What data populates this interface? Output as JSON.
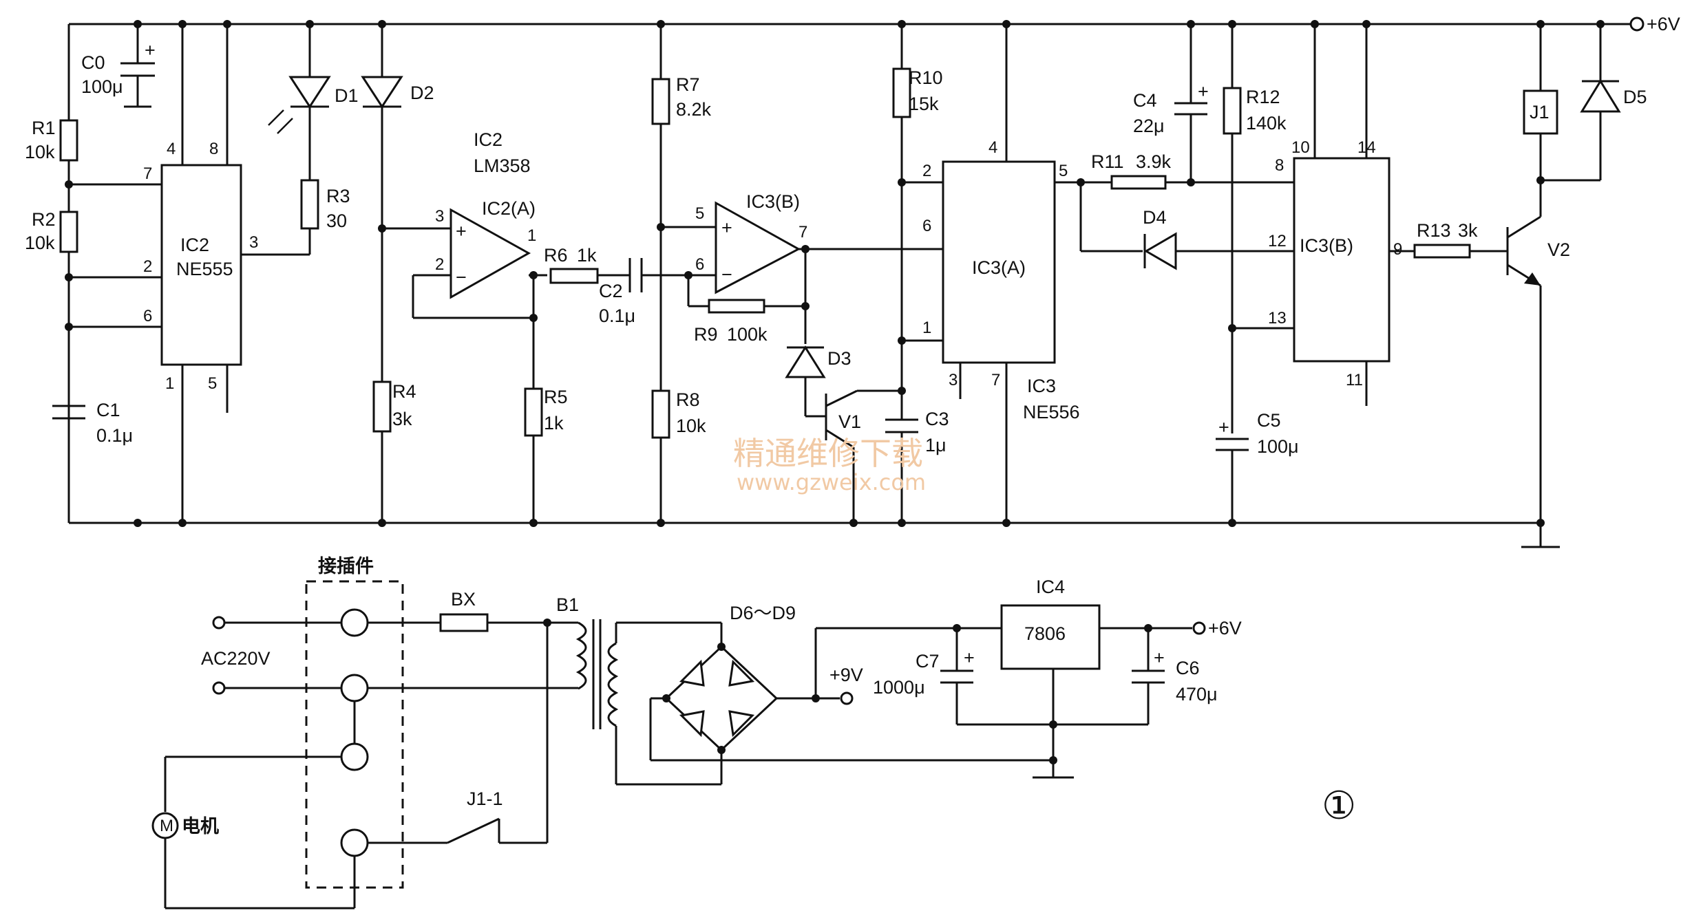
{
  "supply": {
    "vcc": "+6V",
    "v9": "+9V"
  },
  "ic2_555": {
    "name": "IC2",
    "part": "NE555",
    "pins": [
      "4",
      "8",
      "7",
      "2",
      "6",
      "3",
      "1",
      "5"
    ]
  },
  "ic2_358": {
    "name": "IC2",
    "part": "LM358",
    "unit": "IC2(A)",
    "pins": [
      "3",
      "2",
      "1"
    ]
  },
  "ic3b_amp": {
    "unit": "IC3(B)",
    "pins": [
      "5",
      "6",
      "7"
    ]
  },
  "ic3a": {
    "unit": "IC3(A)",
    "part": "IC3",
    "part2": "NE556",
    "pins": [
      "4",
      "2",
      "5",
      "6",
      "1",
      "3",
      "7"
    ]
  },
  "ic3b_timer": {
    "unit": "IC3(B)",
    "pins": [
      "10",
      "14",
      "8",
      "12",
      "9",
      "13",
      "11"
    ]
  },
  "components": {
    "c0": "C0",
    "c0v": "100μ",
    "r1": "R1",
    "r1v": "10k",
    "r2": "R2",
    "r2v": "10k",
    "c1": "C1",
    "c1v": "0.1μ",
    "d1": "D1",
    "d2": "D2",
    "r3": "R3",
    "r3v": "30",
    "r4": "R4",
    "r4v": "3k",
    "r5": "R5",
    "r5v": "1k",
    "r6": "R6",
    "r6v": "1k",
    "c2": "C2",
    "c2v": "0.1μ",
    "r7": "R7",
    "r7v": "8.2k",
    "r8": "R8",
    "r8v": "10k",
    "r9": "R9",
    "r9v": "100k",
    "d3": "D3",
    "v1": "V1",
    "r10": "R10",
    "r10v": "15k",
    "c3": "C3",
    "c3v": "1μ",
    "c4": "C4",
    "c4v": "22μ",
    "r11": "R11",
    "r11v": "3.9k",
    "r12": "R12",
    "r12v": "140k",
    "d4": "D4",
    "c5": "C5",
    "c5v": "100μ",
    "r13": "R13",
    "r13v": "3k",
    "j1": "J1",
    "d5": "D5",
    "v2": "V2"
  },
  "power": {
    "connector": "接插件",
    "ac": "AC220V",
    "bx": "BX",
    "b1": "B1",
    "bridge": "D6～D9",
    "ic4": "IC4",
    "reg": "7806",
    "c7": "C7",
    "c7v": "1000μ",
    "c6": "C6",
    "c6v": "470μ",
    "j11": "J1-1",
    "motor_symbol": "M",
    "motor": "电机"
  },
  "figure_number": "①",
  "watermark": {
    "title": "精通维修下载",
    "url": "www.gzweix.com"
  }
}
